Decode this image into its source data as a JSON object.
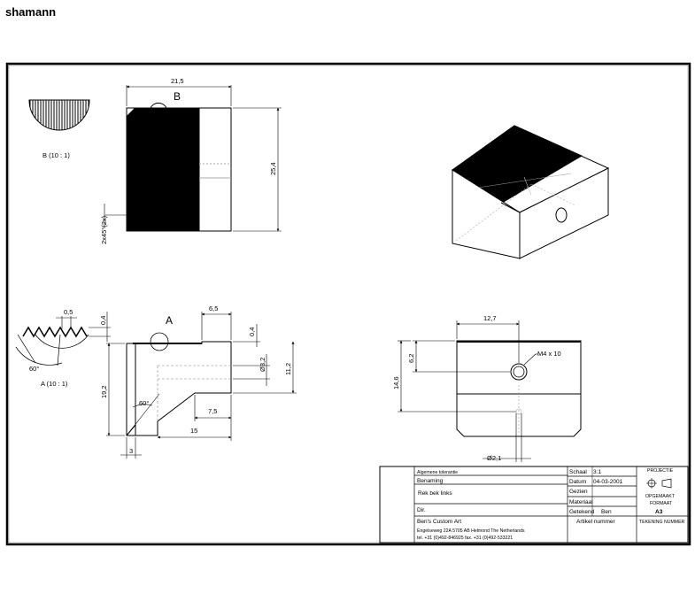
{
  "author": "shamann",
  "detail_views": {
    "b_label": "B",
    "b_caption": "B (10 : 1)",
    "a_label": "A",
    "a_caption": "A (10 : 1)"
  },
  "dimensions": {
    "width_21_5": "21,5",
    "height_25_4": "25,4",
    "chamfer": "2x45°(2x)",
    "tooth_pitch": "0,5",
    "tooth_height": "0,4",
    "tooth_angle": "60°",
    "step_width": "6,5",
    "step_height": "0,4",
    "hole_dia": "Ø3,2",
    "height_11_2": "11,2",
    "height_19_2": "19,2",
    "angle_60": "60°",
    "len_7_5": "7,5",
    "len_15": "15",
    "len_3": "3",
    "width_12_7": "12,7",
    "thread": "M4 x 10",
    "offset_6_2": "6,2",
    "height_14_6": "14,6",
    "pin_dia": "Ø2,1"
  },
  "title_block": {
    "tolerance": "Algemene tolerantie",
    "benaming_label": "Benaming",
    "part_name": "Rek bek links",
    "dir_label": "Dir.",
    "company": "Ben's Custom Art",
    "address": "Engelseweg 22A 5705 AB Helmond The Netherlands",
    "phone": "tel. +31 (0)492-846925   fax. +31 (0)492-533221",
    "schaal_label": "Schaal",
    "schaal_value": "3:1",
    "datum_label": "Datum",
    "datum_value": "04-03-2001",
    "gezien_label": "Gezien",
    "materiaal_label": "Materiaal",
    "getekend_label": "Getekend",
    "getekend_value": "Ben",
    "artikel_label": "Artikel nummer",
    "projection_label": "PROJECTIE",
    "projection_sub": "OPGEMAAKT",
    "format_label": "FORMAAT",
    "format_value": "A3",
    "drawing_number_label": "TEKENING NUMMER"
  }
}
